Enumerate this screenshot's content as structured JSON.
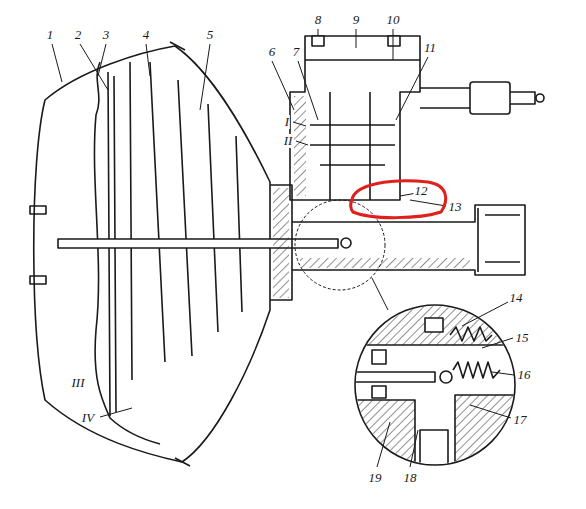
{
  "diagram": {
    "labels": [
      "1",
      "2",
      "3",
      "4",
      "5",
      "6",
      "7",
      "8",
      "9",
      "10",
      "11",
      "I",
      "II",
      "12",
      "13",
      "14",
      "15",
      "16",
      "17",
      "18",
      "19",
      "III",
      "IV"
    ]
  }
}
